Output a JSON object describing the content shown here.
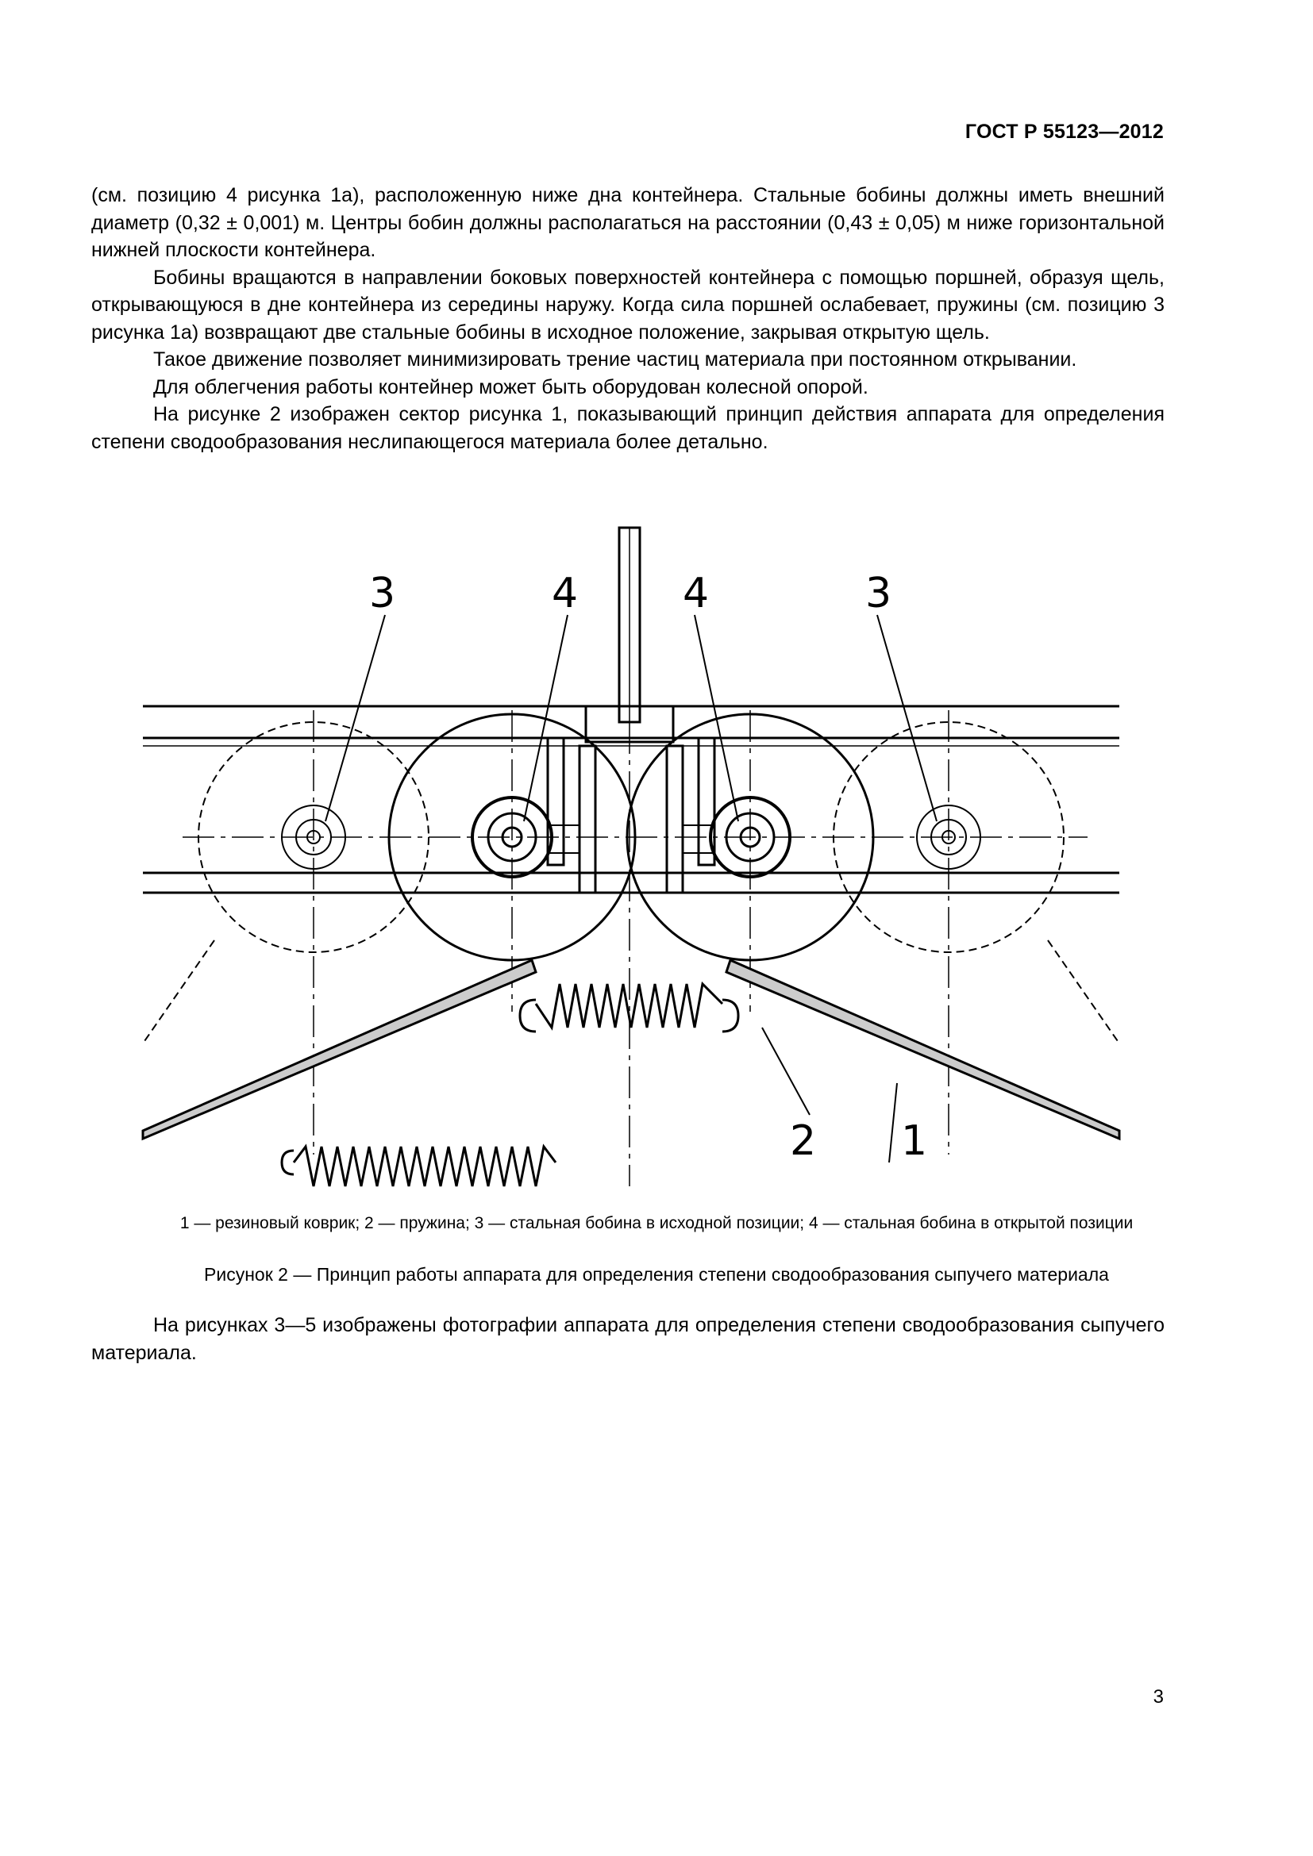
{
  "header": {
    "standard": "ГОСТ Р 55123—2012"
  },
  "body": {
    "paragraphs_1": [
      "(см. позицию 4 рисунка 1а), расположенную ниже дна контейнера. Стальные бобины должны иметь внешний диаметр (0,32 ± 0,001) м. Центры бобин должны располагаться на расстоянии (0,43 ± 0,05) м ниже горизонтальной нижней плоскости контейнера.",
      "Бобины вращаются в направлении боковых поверхностей контейнера с помощью поршней, образуя щель, открывающуюся в дне контейнера из середины наружу. Когда сила поршней ослабевает, пружины (см. позицию 3 рисунка 1а) возвращают две стальные бобины в исходное положение, закрывая открытую щель.",
      "Такое движение позволяет минимизировать трение частиц материала при постоянном открывании.",
      "Для облегчения работы контейнер может быть оборудован колесной опорой.",
      "На рисунке 2 изображен сектор рисунка 1, показывающий принцип действия аппарата для определения степени сводообразования неслипающегося материала более детально."
    ],
    "paragraphs_2": [
      "На рисунках 3—5 изображены фотографии аппарата для определения степени сводообразования сыпучего материала."
    ]
  },
  "figure": {
    "labels": {
      "left_3": "3",
      "left_4": "4",
      "right_4": "4",
      "right_3": "3",
      "label_2": "2",
      "label_1": "1"
    },
    "legend": "1 — резиновый коврик; 2 — пружина; 3 — стальная бобина в исходной позиции; 4 — стальная бобина в открытой позиции",
    "caption": "Рисунок 2 — Принцип работы аппарата для определения степени сводообразования сыпучего материала"
  },
  "footer": {
    "page_number": "3"
  }
}
